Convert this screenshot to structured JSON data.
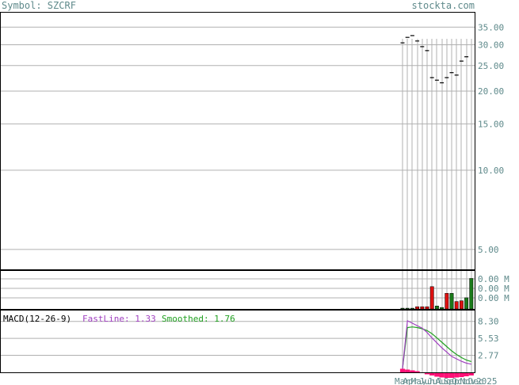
{
  "header": {
    "symbol_label": "Symbol: SZCRF",
    "site": "stockta.com"
  },
  "colors": {
    "grid": "#b0b0b0",
    "frame": "#000000",
    "label": "#5f8a8b",
    "up_volume": "#1a7a1a",
    "down_volume": "#dd1111",
    "macd_fast": "#a040c0",
    "macd_smooth": "#20a020",
    "histogram": "#ff1177"
  },
  "chart_data": [
    {
      "type": "line",
      "panel": "price",
      "y_scale": "log",
      "ylim": [
        4.2,
        40
      ],
      "y_ticks": [
        5,
        10,
        15,
        20,
        25,
        30,
        35
      ],
      "y_tick_labels": [
        "5.00",
        "10.00",
        "15.00",
        "20.00",
        "25.00",
        "30.00",
        "35.00"
      ],
      "series": [
        {
          "values": [
            30.5,
            32.0,
            32.5,
            31.0,
            29.5,
            28.5,
            22.5,
            22.0,
            21.5,
            22.5,
            23.5,
            23.0,
            26.0,
            27.0
          ]
        }
      ]
    },
    {
      "type": "bar",
      "panel": "volume",
      "y_tick_labels": [
        "0.00 M",
        "0.00 M",
        "0.00 M"
      ],
      "values": [
        0.02,
        0.02,
        0.02,
        0.06,
        0.06,
        0.06,
        0.6,
        0.08,
        0.04,
        0.42,
        0.42,
        0.2,
        0.22,
        0.3,
        0.82
      ],
      "direction": [
        "up",
        "up",
        "up",
        "down",
        "down",
        "down",
        "down",
        "up",
        "up",
        "down",
        "up",
        "down",
        "down",
        "up",
        "up"
      ]
    },
    {
      "type": "line",
      "panel": "macd",
      "title": "MACD(12-26-9)",
      "fast_label": "FastLine: 1.33",
      "smooth_label": "Smoothed: 1.76",
      "ylim": [
        0,
        10.2
      ],
      "y_ticks": [
        2.77,
        5.53,
        8.3
      ],
      "y_tick_labels": [
        "2.77",
        "5.53",
        "8.30"
      ],
      "x_tick_labels": [
        "Mar",
        "Apr",
        "May",
        "Jun",
        "Jul",
        "Aug",
        "Sep",
        "Oct",
        "Nov",
        "Dec",
        "2025"
      ],
      "series": [
        {
          "name": "FastLine",
          "values": [
            0.6,
            8.4,
            8.0,
            7.6,
            7.2,
            6.5,
            5.6,
            4.8,
            4.0,
            3.3,
            2.6,
            2.2,
            1.8,
            1.5,
            1.33
          ]
        },
        {
          "name": "Smoothed",
          "values": [
            0.6,
            7.3,
            7.4,
            7.3,
            7.1,
            6.8,
            6.3,
            5.6,
            4.9,
            4.2,
            3.5,
            2.9,
            2.4,
            2.0,
            1.76
          ]
        }
      ],
      "histogram": [
        0.9,
        0.7,
        0.5,
        0.3,
        -0.2,
        -0.5,
        -0.8,
        -1.1,
        -1.3,
        -1.4,
        -1.4,
        -1.3,
        -1.2,
        -1.0,
        -0.8
      ]
    }
  ]
}
